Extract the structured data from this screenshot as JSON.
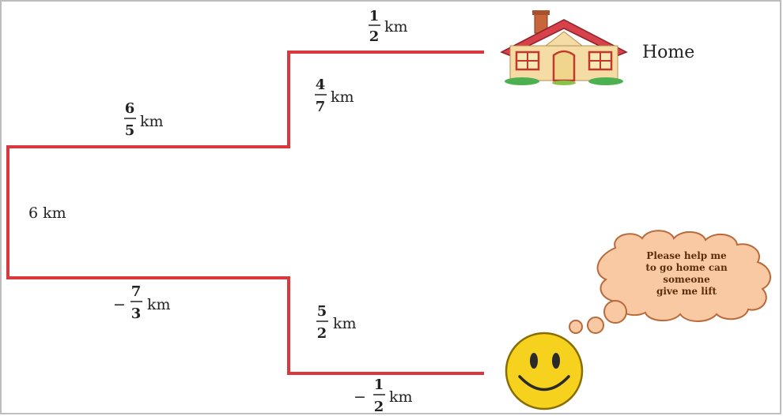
{
  "colors": {
    "path": "#d9383e",
    "frame": "#bdbdbd",
    "cloud": "#f9c9a4",
    "cloud_stroke": "#b86a3a",
    "smiley": "#f6d21f"
  },
  "labels": {
    "seg_top_half": {
      "sign": "",
      "num": "1",
      "den": "2",
      "unit": "km"
    },
    "seg_up_right": {
      "sign": "",
      "num": "4",
      "den": "7",
      "unit": "km"
    },
    "seg_upper_horiz": {
      "sign": "",
      "num": "6",
      "den": "5",
      "unit": "km"
    },
    "seg_vertical": {
      "text": "6 km"
    },
    "seg_lower_horiz": {
      "sign": "−",
      "num": "7",
      "den": "3",
      "unit": "km"
    },
    "seg_down_right": {
      "sign": "",
      "num": "5",
      "den": "2",
      "unit": "km"
    },
    "seg_bottom_half": {
      "sign": "−",
      "num": "1",
      "den": "2",
      "unit": "km"
    }
  },
  "home_label": "Home",
  "thought": [
    "Please help me",
    "to go home can",
    "someone",
    "give me lift"
  ],
  "icons": {
    "house": "house-icon",
    "smiley": "smiley-face-icon",
    "cloud": "thought-cloud-icon"
  }
}
